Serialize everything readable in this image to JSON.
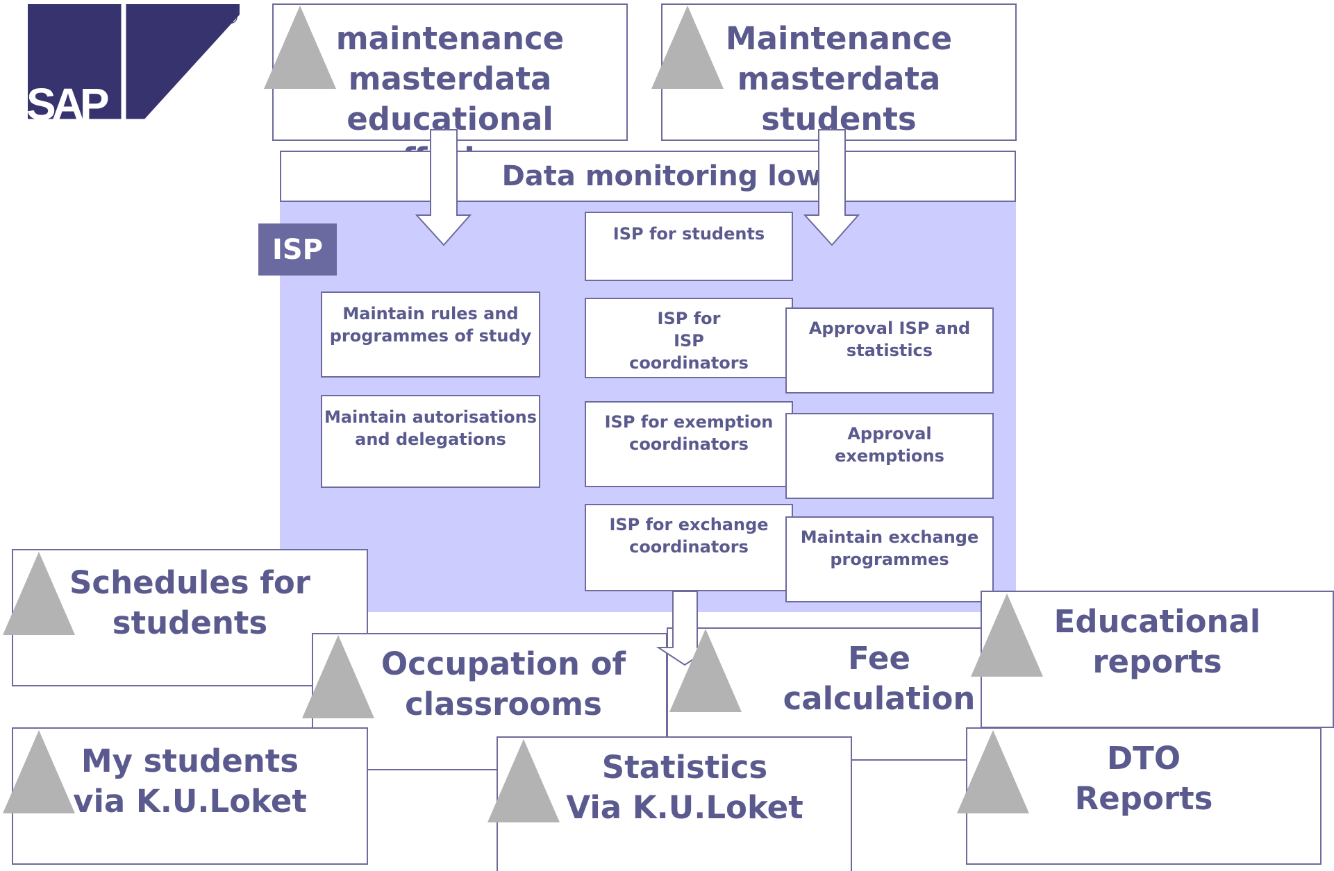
{
  "logo": {
    "text": "SAP",
    "registered": "®",
    "color": "#37336e"
  },
  "colors": {
    "text": "#5a5a8e",
    "border": "#6d6a9e",
    "isp_fill": "#ccccff",
    "isp_tag": "#6b6aa0",
    "triangle": "#b3b3b3"
  },
  "top": {
    "maint_offering": "maintenance\nmasterdata\neducational offering",
    "maint_students": "Maintenance\nmasterdata students",
    "data_monitoring": "Data monitoring low"
  },
  "isp": {
    "tag": "ISP",
    "rules": "Maintain rules and\nprogrammes of study",
    "autorisations": "Maintain autorisations\nand delegations",
    "for_students": "ISP for students",
    "for_isp_coord": "ISP for\nISP\ncoordinators",
    "for_exemption": "ISP for exemption\ncoordinators",
    "for_exchange": "ISP for exchange\ncoordinators",
    "approval_isp": "Approval ISP and\nstatistics",
    "approval_exempt": "Approval\nexemptions",
    "maintain_exchange": "Maintain exchange\nprogrammes"
  },
  "bottom": {
    "schedules": "Schedules for\nstudents",
    "occupation": "Occupation of\nclassrooms",
    "fee": "Fee calculation",
    "edu_reports": "Educational\nreports",
    "my_students": "My students\nvia K.U.Loket",
    "statistics": "Statistics\nVia K.U.Loket",
    "dto": "DTO\nReports"
  }
}
